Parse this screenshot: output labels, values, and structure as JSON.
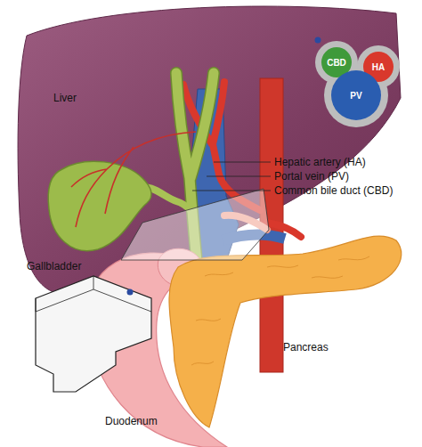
{
  "diagram": {
    "nodes": [
      {
        "text": [
          "CBD"
        ]
      },
      {
        "text": [
          "HA"
        ]
      },
      {
        "text": [
          "PV"
        ]
      }
    ],
    "labels": [
      "Liver",
      "Hepatic artery (HA)",
      "Portal vein (PV)",
      "Common bile duct (CBD)",
      "Gallbladder",
      "Pancreas",
      "Duodenum"
    ]
  }
}
